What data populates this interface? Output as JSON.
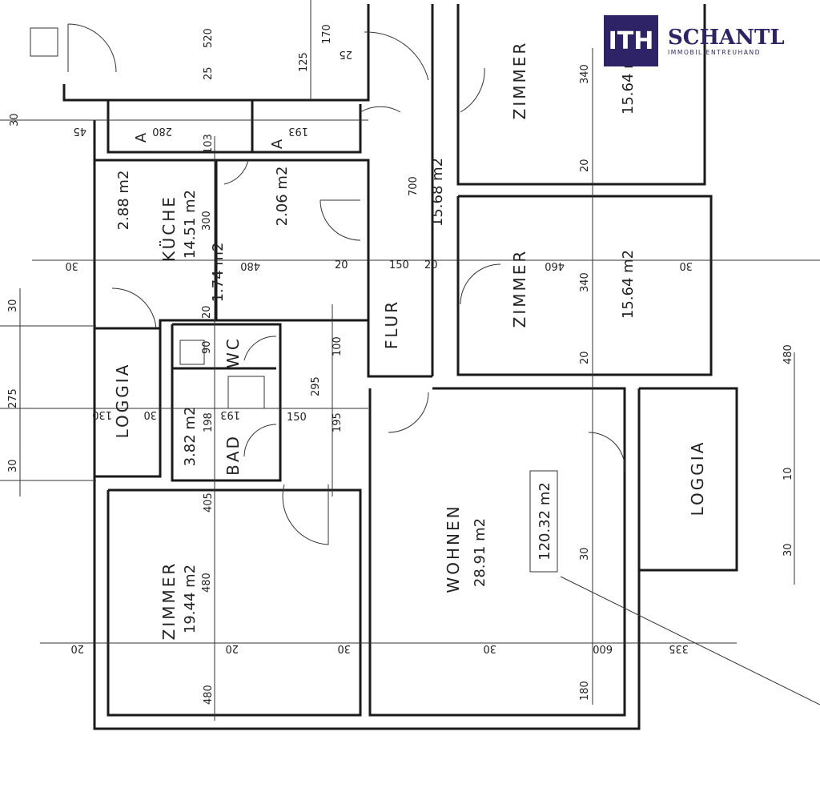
{
  "logo": {
    "mark": "ITH",
    "name": "SCHANTL",
    "subtitle": "IMMOBILIENTREUHAND",
    "color": "#2e2366"
  },
  "rooms": [
    {
      "label": "ZIMMER",
      "area": "15.64 m2"
    },
    {
      "label": "ZIMMER",
      "area": "15.64 m2"
    },
    {
      "label": "WOHNEN",
      "area": "28.91 m2"
    },
    {
      "label": "LOGGIA"
    },
    {
      "label": "ZIMMER",
      "area": "19.44 m2"
    },
    {
      "label": "KÜCHE",
      "area": "14.51 m2"
    },
    {
      "label": "LOGGIA"
    },
    {
      "label": "FLUR",
      "area": "15.68 m2"
    },
    {
      "label": "WC",
      "area": "1.74 m2"
    },
    {
      "label": "BAD",
      "area": "3.82 m2"
    }
  ],
  "other_areas": [
    "2.88 m2",
    "2.06 m2"
  ],
  "total_area": "120.32 m2",
  "storage_marks": [
    "A",
    "A"
  ],
  "dimensions": [
    "340",
    "340",
    "20",
    "20",
    "700",
    "20",
    "150",
    "20",
    "480",
    "460",
    "30",
    "30",
    "480",
    "300",
    "20",
    "100",
    "90",
    "295",
    "195",
    "150",
    "193",
    "198",
    "130",
    "30",
    "275",
    "30",
    "30",
    "20",
    "405",
    "480",
    "20",
    "30",
    "480",
    "30",
    "600",
    "30",
    "180",
    "335",
    "10",
    "30",
    "280",
    "103",
    "193",
    "45",
    "30",
    "125",
    "170",
    "25",
    "520",
    "25"
  ]
}
